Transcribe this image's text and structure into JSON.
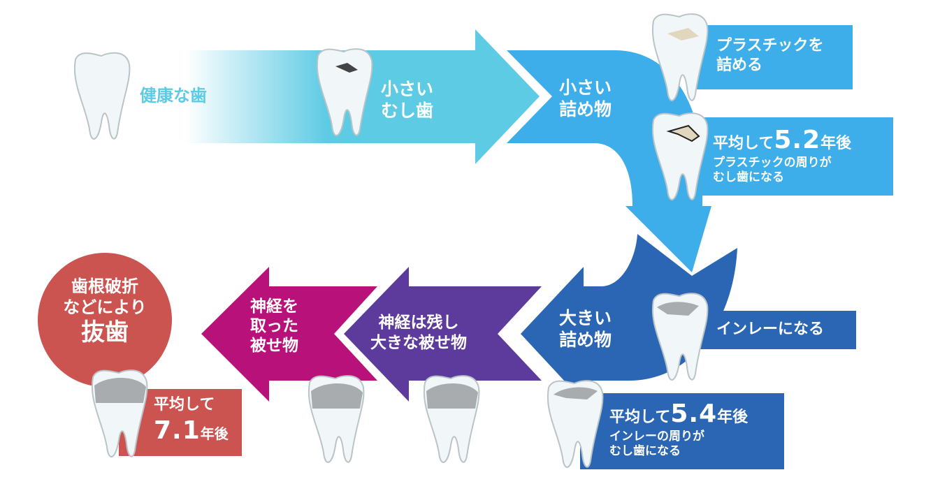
{
  "colors": {
    "cyan": "#5ecbe4",
    "blue": "#3daee9",
    "dark_blue": "#2a66b4",
    "purple": "#5d3b9c",
    "magenta": "#b8127a",
    "red": "#cc5450"
  },
  "stages": {
    "healthy": "健康な歯",
    "small_caries": [
      "小さい",
      "むし歯"
    ],
    "small_filling": [
      "小さい",
      "詰め物"
    ],
    "large_filling": [
      "大きい",
      "詰め物"
    ],
    "large_crown": [
      "神経は残し",
      "大きな被せ物"
    ],
    "crown_no_nerve": [
      "神経を",
      "取った",
      "被せ物"
    ],
    "extraction": [
      "歯根破折",
      "などにより",
      "抜歯"
    ]
  },
  "notes": {
    "plastic": [
      "プラスチックを",
      "詰める"
    ],
    "after_52": {
      "prefix": "平均して",
      "years": "5.2",
      "suffix": "年後",
      "detail": [
        "プラスチックの周りが",
        "むし歯になる"
      ]
    },
    "inlay": "インレーになる",
    "after_54": {
      "prefix": "平均して",
      "years": "5.4",
      "suffix": "年後",
      "detail": [
        "インレーの周りが",
        "むし歯になる"
      ]
    },
    "after_71": {
      "prefix": "平均して",
      "years": "7.1",
      "suffix": "年後"
    }
  }
}
